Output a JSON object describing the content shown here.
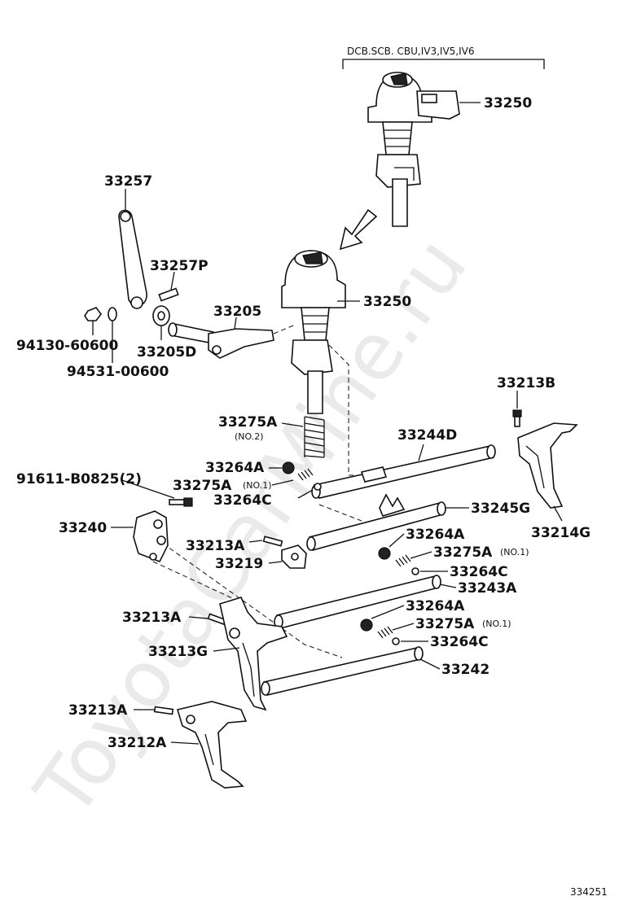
{
  "header_note": "DCB.SCB. CBU,IV3,IV5,IV6",
  "watermark": "ToyotaCarMine.ru",
  "diagram_id": "334251",
  "labels": {
    "p33250_top": "33250",
    "p33257": "33257",
    "p33257p": "33257P",
    "p33205": "33205",
    "p33250_mid": "33250",
    "p94130": "94130-60600",
    "p33205d": "33205D",
    "p94531": "94531-00600",
    "p33213b": "33213B",
    "p33275a_no2": "33275A",
    "no2": "(NO.2)",
    "p33244d": "33244D",
    "p91611": "91611-B0825(2)",
    "p33264a_1": "33264A",
    "p33275a_1": "33275A",
    "no1_1": "(NO.1)",
    "p33264c_1": "33264C",
    "p33245g": "33245G",
    "p33240": "33240",
    "p33214g": "33214G",
    "p33264a_2": "33264A",
    "p33213a_1": "33213A",
    "p33275a_2": "33275A",
    "no1_2": "(NO.1)",
    "p33219": "33219",
    "p33264c_2": "33264C",
    "p33243a": "33243A",
    "p33213a_2": "33213A",
    "p33264a_3": "33264A",
    "p33275a_3": "33275A",
    "no1_3": "(NO.1)",
    "p33213g": "33213G",
    "p33264c_3": "33264C",
    "p33242": "33242",
    "p33213a_3": "33213A",
    "p33212a": "33212A"
  }
}
